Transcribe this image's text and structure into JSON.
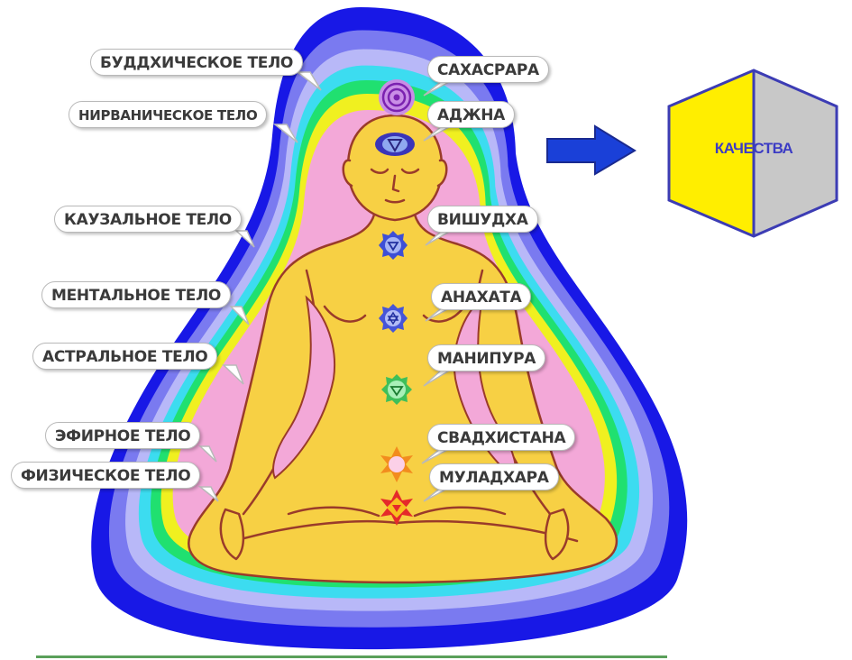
{
  "bodies": [
    {
      "id": "buddhic",
      "label": "БУДДХИЧЕСКОЕ ТЕЛО"
    },
    {
      "id": "nirvanic",
      "label": "НИРВАНИЧЕСКОЕ  ТЕЛО"
    },
    {
      "id": "causal",
      "label": "КАУЗАЛЬНОЕ ТЕЛО"
    },
    {
      "id": "mental",
      "label": "МЕНТАЛЬНОЕ ТЕЛО"
    },
    {
      "id": "astral",
      "label": "АСТРАЛЬНОЕ ТЕЛО"
    },
    {
      "id": "etheric",
      "label": "ЭФИРНОЕ ТЕЛО"
    },
    {
      "id": "physical",
      "label": "ФИЗИЧЕСКОЕ ТЕЛО"
    }
  ],
  "chakras": [
    {
      "id": "sahasrara",
      "label": "САХАСРАРА",
      "color": "#9b3fc4"
    },
    {
      "id": "ajna",
      "label": "АДЖНА",
      "color": "#4a3fc0"
    },
    {
      "id": "vishuddha",
      "label": "ВИШУДХА",
      "color": "#3d4fd6"
    },
    {
      "id": "anahata",
      "label": "АНАХАТА",
      "color": "#4655d8"
    },
    {
      "id": "manipura",
      "label": "МАНИПУРА",
      "color": "#3fbf5a"
    },
    {
      "id": "svadhisthana",
      "label": "СВАДХИСТАНА",
      "color": "#f28c1e"
    },
    {
      "id": "muladhara",
      "label": "МУЛАДХАРА",
      "color": "#e52a2a"
    }
  ],
  "aura_colors": [
    "#1818e6",
    "#7a7af0",
    "#b8b8f8",
    "#3cdcf0",
    "#20e070",
    "#f0f020",
    "#f3a8d8"
  ],
  "body_color": "#f7d044",
  "outline_color": "#9a3b2a",
  "qualities": {
    "label": "КАЧЕСТВА",
    "left_color": "#ffee00",
    "right_color": "#c8c8c8",
    "border_color": "#3c3cb4"
  },
  "arrow_color": "#1a40d8"
}
